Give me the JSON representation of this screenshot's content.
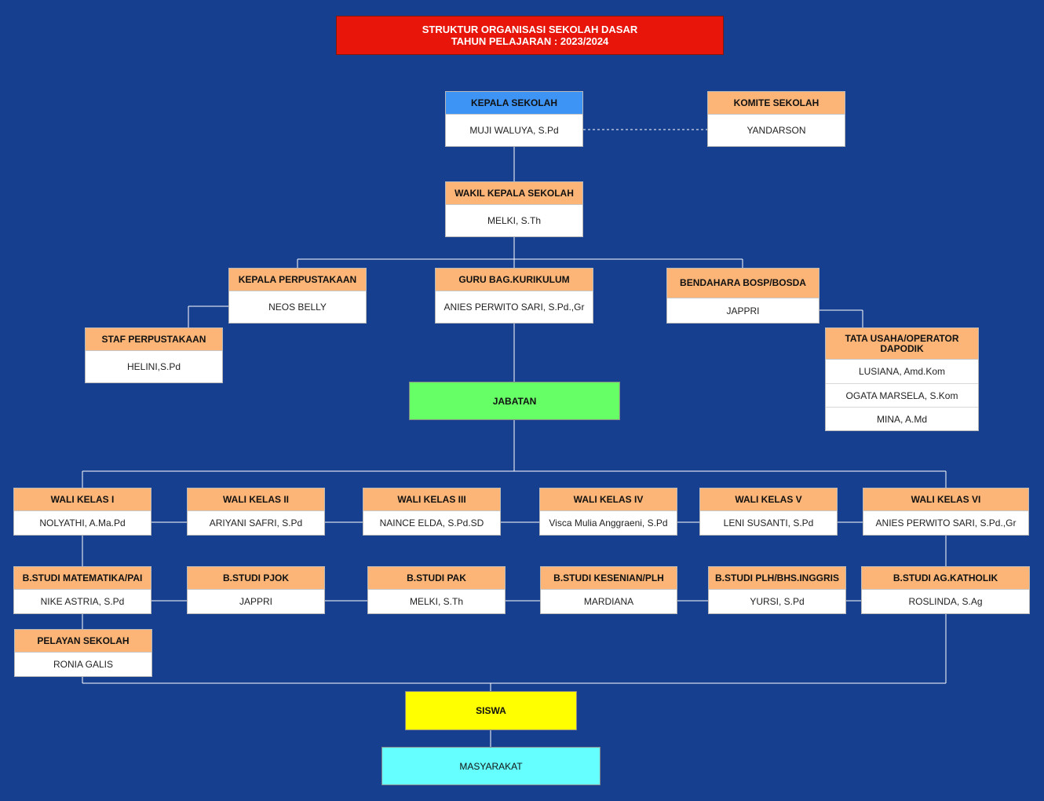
{
  "title": {
    "line1": "STRUKTUR ORGANISASI SEKOLAH DASAR",
    "line2": "TAHUN PELAJARAN : 2023/2024"
  },
  "colors": {
    "background": "#173f8f",
    "title": "#e8150a",
    "header_blue": "#3d94f5",
    "header_orange": "#fcb577",
    "jabatan": "#66ff66",
    "siswa": "#ffff00",
    "masyarakat": "#66ffff",
    "connector": "#ffffff"
  },
  "nodes": {
    "kepala_sekolah": {
      "title": "KEPALA SEKOLAH",
      "names": [
        "MUJI WALUYA, S.Pd"
      ]
    },
    "komite_sekolah": {
      "title": "KOMITE SEKOLAH",
      "names": [
        "YANDARSON"
      ]
    },
    "wakil_kepala": {
      "title": "WAKIL KEPALA SEKOLAH",
      "names": [
        "MELKI, S.Th"
      ]
    },
    "kepala_perpustakaan": {
      "title": "KEPALA PERPUSTAKAAN",
      "names": [
        "NEOS BELLY"
      ]
    },
    "guru_kurikulum": {
      "title": "GURU BAG.KURIKULUM",
      "names": [
        "ANIES PERWITO SARI, S.Pd.,Gr"
      ]
    },
    "bendahara": {
      "title": "BENDAHARA BOSP/BOSDA",
      "names": [
        "JAPPRI"
      ]
    },
    "staf_perpustakaan": {
      "title": "STAF PERPUSTAKAAN",
      "names": [
        "HELINI,S.Pd"
      ]
    },
    "tata_usaha": {
      "title": "TATA USAHA/OPERATOR DAPODIK",
      "names": [
        "LUSIANA, Amd.Kom",
        "OGATA MARSELA, S.Kom",
        "MINA, A.Md"
      ]
    },
    "wali_1": {
      "title": "WALI KELAS I",
      "names": [
        "NOLYATHI, A.Ma.Pd"
      ]
    },
    "wali_2": {
      "title": "WALI KELAS II",
      "names": [
        "ARIYANI SAFRI, S.Pd"
      ]
    },
    "wali_3": {
      "title": "WALI KELAS III",
      "names": [
        "NAINCE ELDA, S.Pd.SD"
      ]
    },
    "wali_4": {
      "title": "WALI KELAS IV",
      "names": [
        "Visca Mulia Anggraeni, S.Pd"
      ]
    },
    "wali_5": {
      "title": "WALI KELAS V",
      "names": [
        "LENI SUSANTI, S.Pd"
      ]
    },
    "wali_6": {
      "title": "WALI KELAS VI",
      "names": [
        "ANIES PERWITO SARI, S.Pd.,Gr"
      ]
    },
    "bs_matematika": {
      "title": "B.STUDI MATEMATIKA/PAI",
      "names": [
        "NIKE ASTRIA, S.Pd"
      ]
    },
    "bs_pjok": {
      "title": "B.STUDI PJOK",
      "names": [
        "JAPPRI"
      ]
    },
    "bs_pak": {
      "title": "B.STUDI PAK",
      "names": [
        "MELKI, S.Th"
      ]
    },
    "bs_kesenian": {
      "title": "B.STUDI KESENIAN/PLH",
      "names": [
        "MARDIANA"
      ]
    },
    "bs_plh_inggris": {
      "title": "B.STUDI PLH/BHS.INGGRIS",
      "names": [
        "YURSI, S.Pd"
      ]
    },
    "bs_katolik": {
      "title": "B.STUDI AG.KATHOLIK",
      "names": [
        "ROSLINDA, S.Ag"
      ]
    },
    "pelayan_sekolah": {
      "title": "PELAYAN SEKOLAH",
      "names": [
        "RONIA GALIS"
      ]
    }
  },
  "jabatan": "JABATAN",
  "siswa": "SISWA",
  "masyarakat": "MASYARAKAT"
}
